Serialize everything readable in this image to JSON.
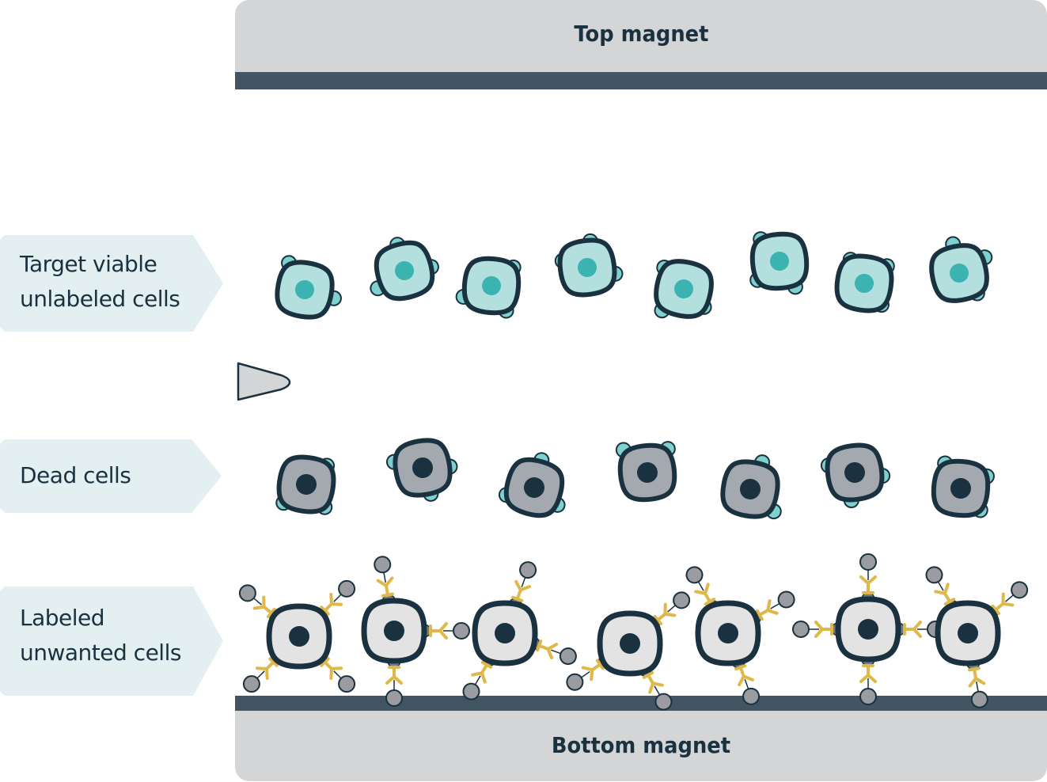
{
  "magnets": {
    "top": "Top magnet",
    "bottom": "Bottom magnet"
  },
  "labels": {
    "target": [
      "Target viable",
      "unlabeled cells"
    ],
    "dead": [
      "Dead cells"
    ],
    "labeled": [
      "Labeled",
      "unwanted cells"
    ]
  },
  "legend_groups": [
    {
      "name": "target-viable-unlabeled-cells",
      "count": 8,
      "description": "viable cells, light teal cytoplasm with teal nucleus"
    },
    {
      "name": "dead-cells",
      "count": 7,
      "description": "grey cytoplasm with dark nucleus, teal surface blebs"
    },
    {
      "name": "labeled-unwanted-cells",
      "count": 7,
      "description": "light grey cells bound via yellow antibodies to grey magnetic beads"
    }
  ],
  "colors": {
    "outline": "#1a3140",
    "viable_fill": "#b3e0df",
    "viable_nucleus": "#3bb3b0",
    "bleb": "#7ed1ce",
    "dead_fill": "#a3a9ae",
    "labeled_fill": "#e3e3e4",
    "antibody": "#e0b84a",
    "bead": "#9a9c9f",
    "plate": "#415662",
    "magnet": "#d4d5d7",
    "label_bg": "#e3eff0"
  }
}
